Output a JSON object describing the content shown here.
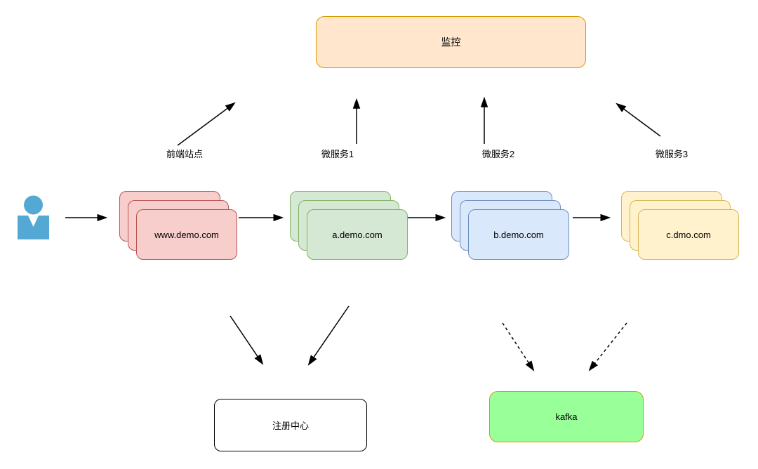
{
  "diagram": {
    "nodes": {
      "monitoring": {
        "label": "监控",
        "fill": "#FFE6CC",
        "stroke": "#D79B00"
      },
      "frontend": {
        "label": "www.demo.com",
        "fill": "#F8CECC",
        "stroke": "#B85450"
      },
      "service_a": {
        "label": "a.demo.com",
        "fill": "#D5E8D4",
        "stroke": "#82B366"
      },
      "service_b": {
        "label": "b.demo.com",
        "fill": "#DAE8FC",
        "stroke": "#6C8EBF"
      },
      "service_c": {
        "label": "c.dmo.com",
        "fill": "#FFF2CC",
        "stroke": "#D6B656"
      },
      "registry": {
        "label": "注册中心",
        "fill": "#FFFFFF",
        "stroke": "#000000"
      },
      "kafka": {
        "label": "kafka",
        "fill": "#99FF99",
        "stroke": "#D79B00"
      }
    },
    "arrow_labels": {
      "frontend": "前端站点",
      "microservice1": "微服务1",
      "microservice2": "微服务2",
      "microservice3": "微服务3"
    },
    "edges": [
      {
        "from": "user",
        "to": "frontend",
        "style": "solid"
      },
      {
        "from": "frontend",
        "to": "service_a",
        "style": "solid"
      },
      {
        "from": "service_a",
        "to": "service_b",
        "style": "solid"
      },
      {
        "from": "service_b",
        "to": "service_c",
        "style": "solid"
      },
      {
        "from": "frontend",
        "to": "monitoring",
        "style": "solid",
        "label": "前端站点"
      },
      {
        "from": "service_a",
        "to": "monitoring",
        "style": "solid",
        "label": "微服务1"
      },
      {
        "from": "service_b",
        "to": "monitoring",
        "style": "solid",
        "label": "微服务2"
      },
      {
        "from": "service_c",
        "to": "monitoring",
        "style": "solid",
        "label": "微服务3"
      },
      {
        "from": "frontend",
        "to": "registry",
        "style": "solid"
      },
      {
        "from": "service_a",
        "to": "registry",
        "style": "solid"
      },
      {
        "from": "service_b",
        "to": "kafka",
        "style": "dashed"
      },
      {
        "from": "service_c",
        "to": "kafka",
        "style": "dashed"
      }
    ],
    "colors": {
      "background": "#FFFFFF",
      "arrow": "#000000",
      "user_icon": "#54A8D4"
    }
  }
}
